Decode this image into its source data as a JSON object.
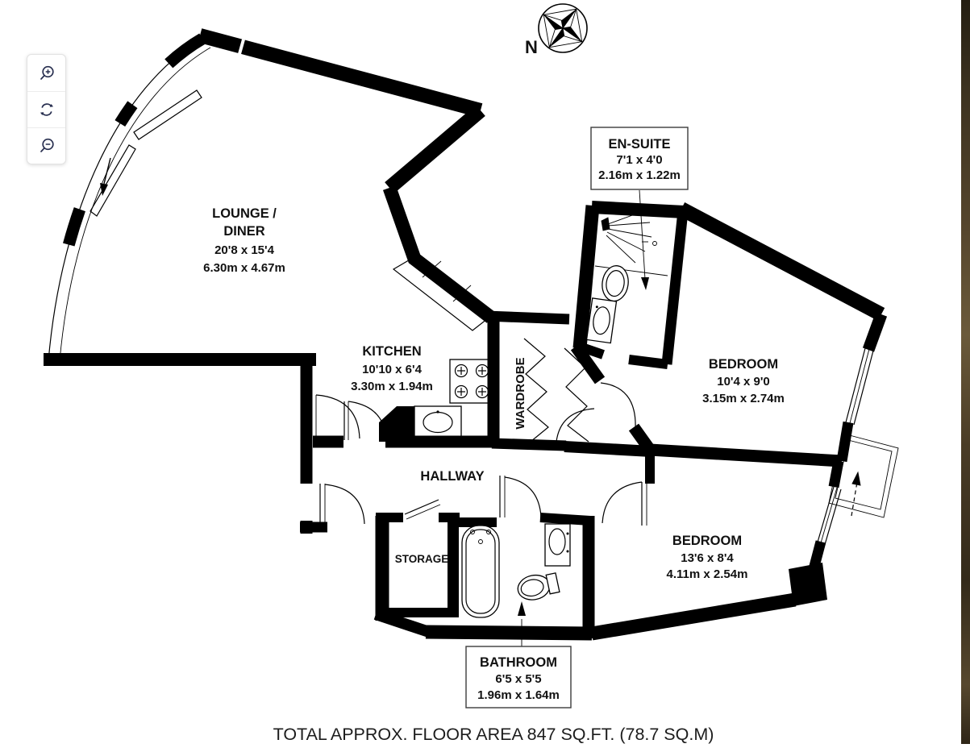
{
  "toolbar": {
    "buttons": [
      {
        "name": "zoom-in-button",
        "icon": "magnifier-plus-icon"
      },
      {
        "name": "rotate-button",
        "icon": "rotate-arrows-icon"
      },
      {
        "name": "zoom-out-button",
        "icon": "magnifier-minus-icon"
      }
    ]
  },
  "compass": {
    "north_label": "N"
  },
  "rooms": {
    "lounge": {
      "label1": "LOUNGE /",
      "label2": "DINER",
      "imperial": "20'8 x 15'4",
      "metric": "6.30m x 4.67m"
    },
    "kitchen": {
      "label": "KITCHEN",
      "imperial": "10'10 x 6'4",
      "metric": "3.30m x 1.94m"
    },
    "wardrobe": {
      "label": "WARDROBE"
    },
    "bedroom1": {
      "label": "BEDROOM",
      "imperial": "10'4 x 9'0",
      "metric": "3.15m x 2.74m"
    },
    "hallway": {
      "label": "HALLWAY"
    },
    "storage": {
      "label": "STORAGE"
    },
    "bedroom2": {
      "label": "BEDROOM",
      "imperial": "13'6 x 8'4",
      "metric": "4.11m x 2.54m"
    },
    "ensuite": {
      "label": "EN-SUITE",
      "imperial": "7'1 x 4'0",
      "metric": "2.16m x 1.22m"
    },
    "bathroom": {
      "label": "BATHROOM",
      "imperial": "6'5 x 5'5",
      "metric": "1.96m x 1.64m"
    }
  },
  "footer": {
    "total_area": "TOTAL APPROX. FLOOR AREA 847 SQ.FT. (78.7 SQ.M)"
  },
  "colors": {
    "walls": "#000000",
    "background": "#ffffff",
    "toolbar_icon": "#272e4f",
    "photo_strip": "#4a3c26"
  }
}
